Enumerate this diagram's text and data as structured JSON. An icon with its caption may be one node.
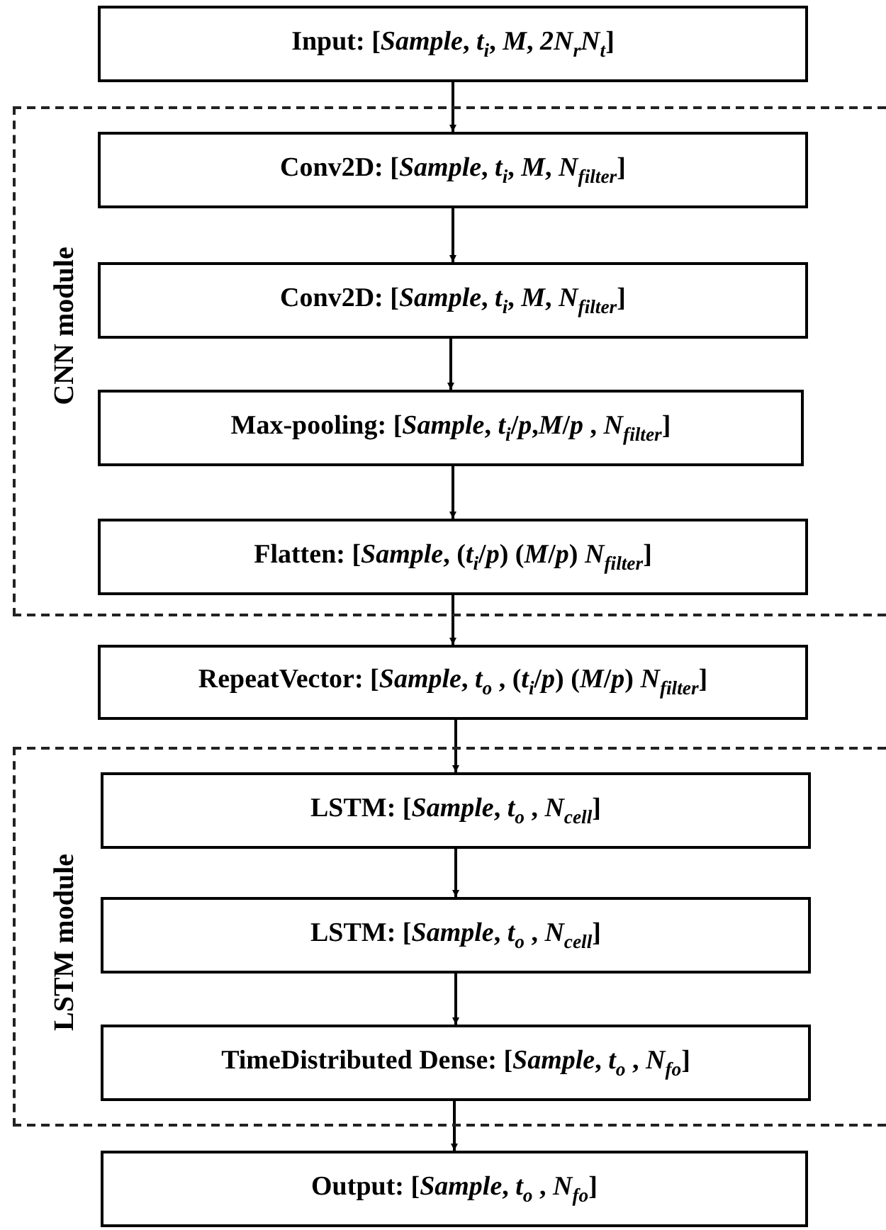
{
  "diagram": {
    "nodes": [
      {
        "text": [
          "Input: [*Sample*, *t*$_{i}$, *M*, *2N*$_{r}$*N*$_{t}$]"
        ]
      },
      {
        "text": [
          "CNN module"
        ]
      },
      {
        "text": [
          "Conv2D: [*Sample*, *t*$_{i}$, *M*, *N*$_{filter}$]"
        ],
        "in": 1
      },
      {
        "text": [
          "Conv2D: [*Sample*, *t*$_{i}$, *M*, *N*$_{filter}$]"
        ],
        "in": 1
      },
      {
        "text": [
          "Max-pooling: [*Sample*, *t*$_{i}$/*p*,*M*/*p* , *N*$_{filter}$]"
        ],
        "in": 1
      },
      {
        "text": [
          "Flatten: [*Sample*, (*t*$_{i}$/*p*) (*M*/*p*) *N*$_{filter}$]"
        ],
        "in": 1
      },
      {
        "text": [
          "RepeatVector: [*Sample*, *t*$_{o}$ , (*t*$_{i}$/*p*) (*M*/*p*) *N*$_{filter}$]"
        ]
      },
      {
        "text": [
          "LSTM module"
        ]
      },
      {
        "text": [
          "LSTM: [*Sample*, *t*$_{o}$ , *N*$_{cell}$]"
        ],
        "in": 7
      },
      {
        "text": [
          "LSTM: [*Sample*, *t*$_{o}$ , *N*$_{cell}$]"
        ],
        "in": 7
      },
      {
        "text": [
          "TimeDistributed Dense:  [*Sample*, *t*$_{o}$ , *N*$_{fo}$]"
        ],
        "in": 7
      },
      {
        "text": [
          "Output: [*Sample*, *t*$_{o}$ , *N*$_{fo}$]"
        ]
      }
    ],
    "edges": [
      {
        "from": 0,
        "to": 2,
        "arrow": "to"
      },
      {
        "from": 2,
        "to": 3,
        "arrow": "to"
      },
      {
        "from": 3,
        "to": 4,
        "arrow": "to"
      },
      {
        "from": 4,
        "to": 5,
        "arrow": "to"
      },
      {
        "from": 5,
        "to": 6,
        "arrow": "to"
      },
      {
        "from": 6,
        "to": 8,
        "arrow": "to"
      },
      {
        "from": 8,
        "to": 9,
        "arrow": "to"
      },
      {
        "from": 9,
        "to": 10,
        "arrow": "to"
      },
      {
        "from": 10,
        "to": 11,
        "arrow": "to"
      }
    ]
  }
}
